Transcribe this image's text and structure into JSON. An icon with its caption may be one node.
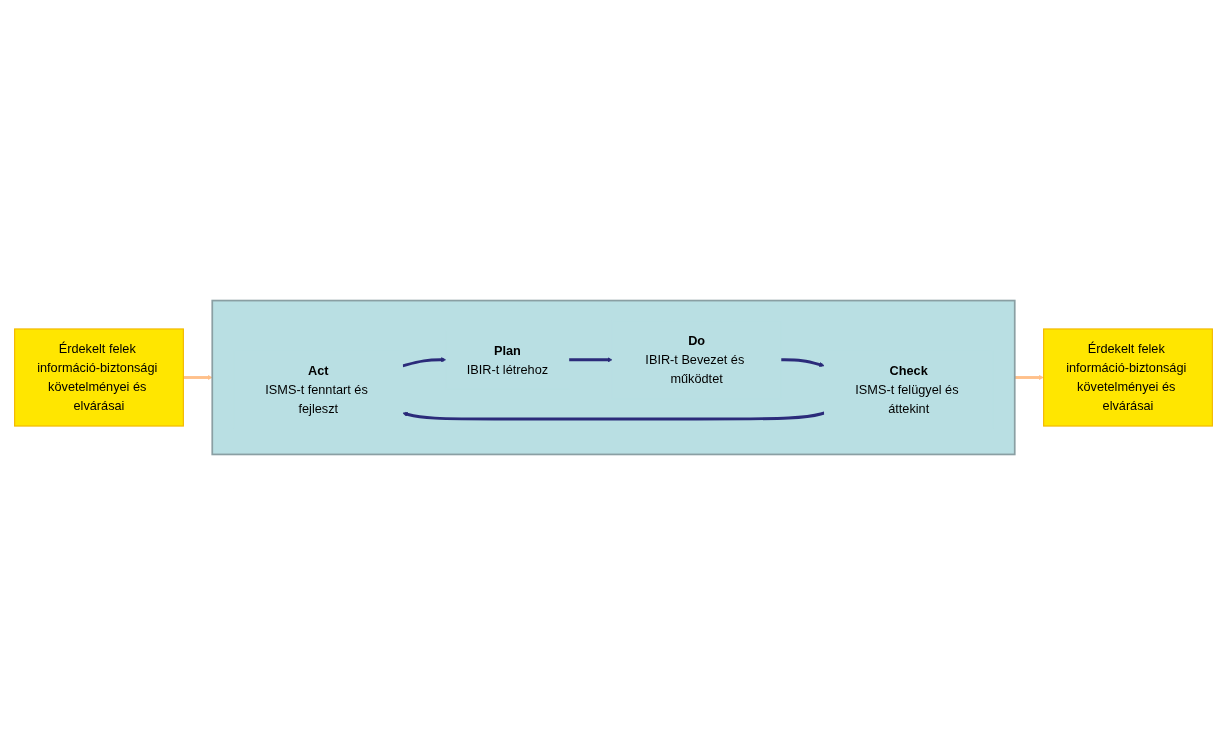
{
  "diagram": {
    "nodes": [
      {
        "text": [
          "Érdekelt felek információ-biztonsági követelményei és elvárásai"
        ]
      },
      {
        "text": [],
        "shape": "box"
      },
      {
        "text": [
          "Act",
          "ISMS-t fenntart és fejleszt"
        ],
        "in": 1
      },
      {
        "text": [
          "Plan",
          "IBIR-t létrehoz"
        ],
        "in": 1
      },
      {
        "text": [
          "Do",
          "IBIR-t Bevezet és működtet"
        ],
        "in": 1
      },
      {
        "text": [
          "Check",
          "ISMS-t felügyel és áttekint"
        ],
        "in": 1
      },
      {
        "text": [
          "Érdekelt felek információ-biztonsági követelményei és elvárásai"
        ]
      }
    ],
    "edges": [
      {
        "from": 2,
        "to": 3,
        "arrow": "to"
      },
      {
        "from": 3,
        "to": 4,
        "arrow": "to"
      },
      {
        "from": 4,
        "to": 5,
        "arrow": "to"
      },
      {
        "from": 5,
        "to": 2,
        "arrow": "to"
      },
      {
        "from": 0,
        "to": 1,
        "arrow": "to",
        "color": "#ffc08a"
      },
      {
        "from": 1,
        "to": 6,
        "arrow": "to",
        "color": "#ffc08a"
      }
    ]
  }
}
